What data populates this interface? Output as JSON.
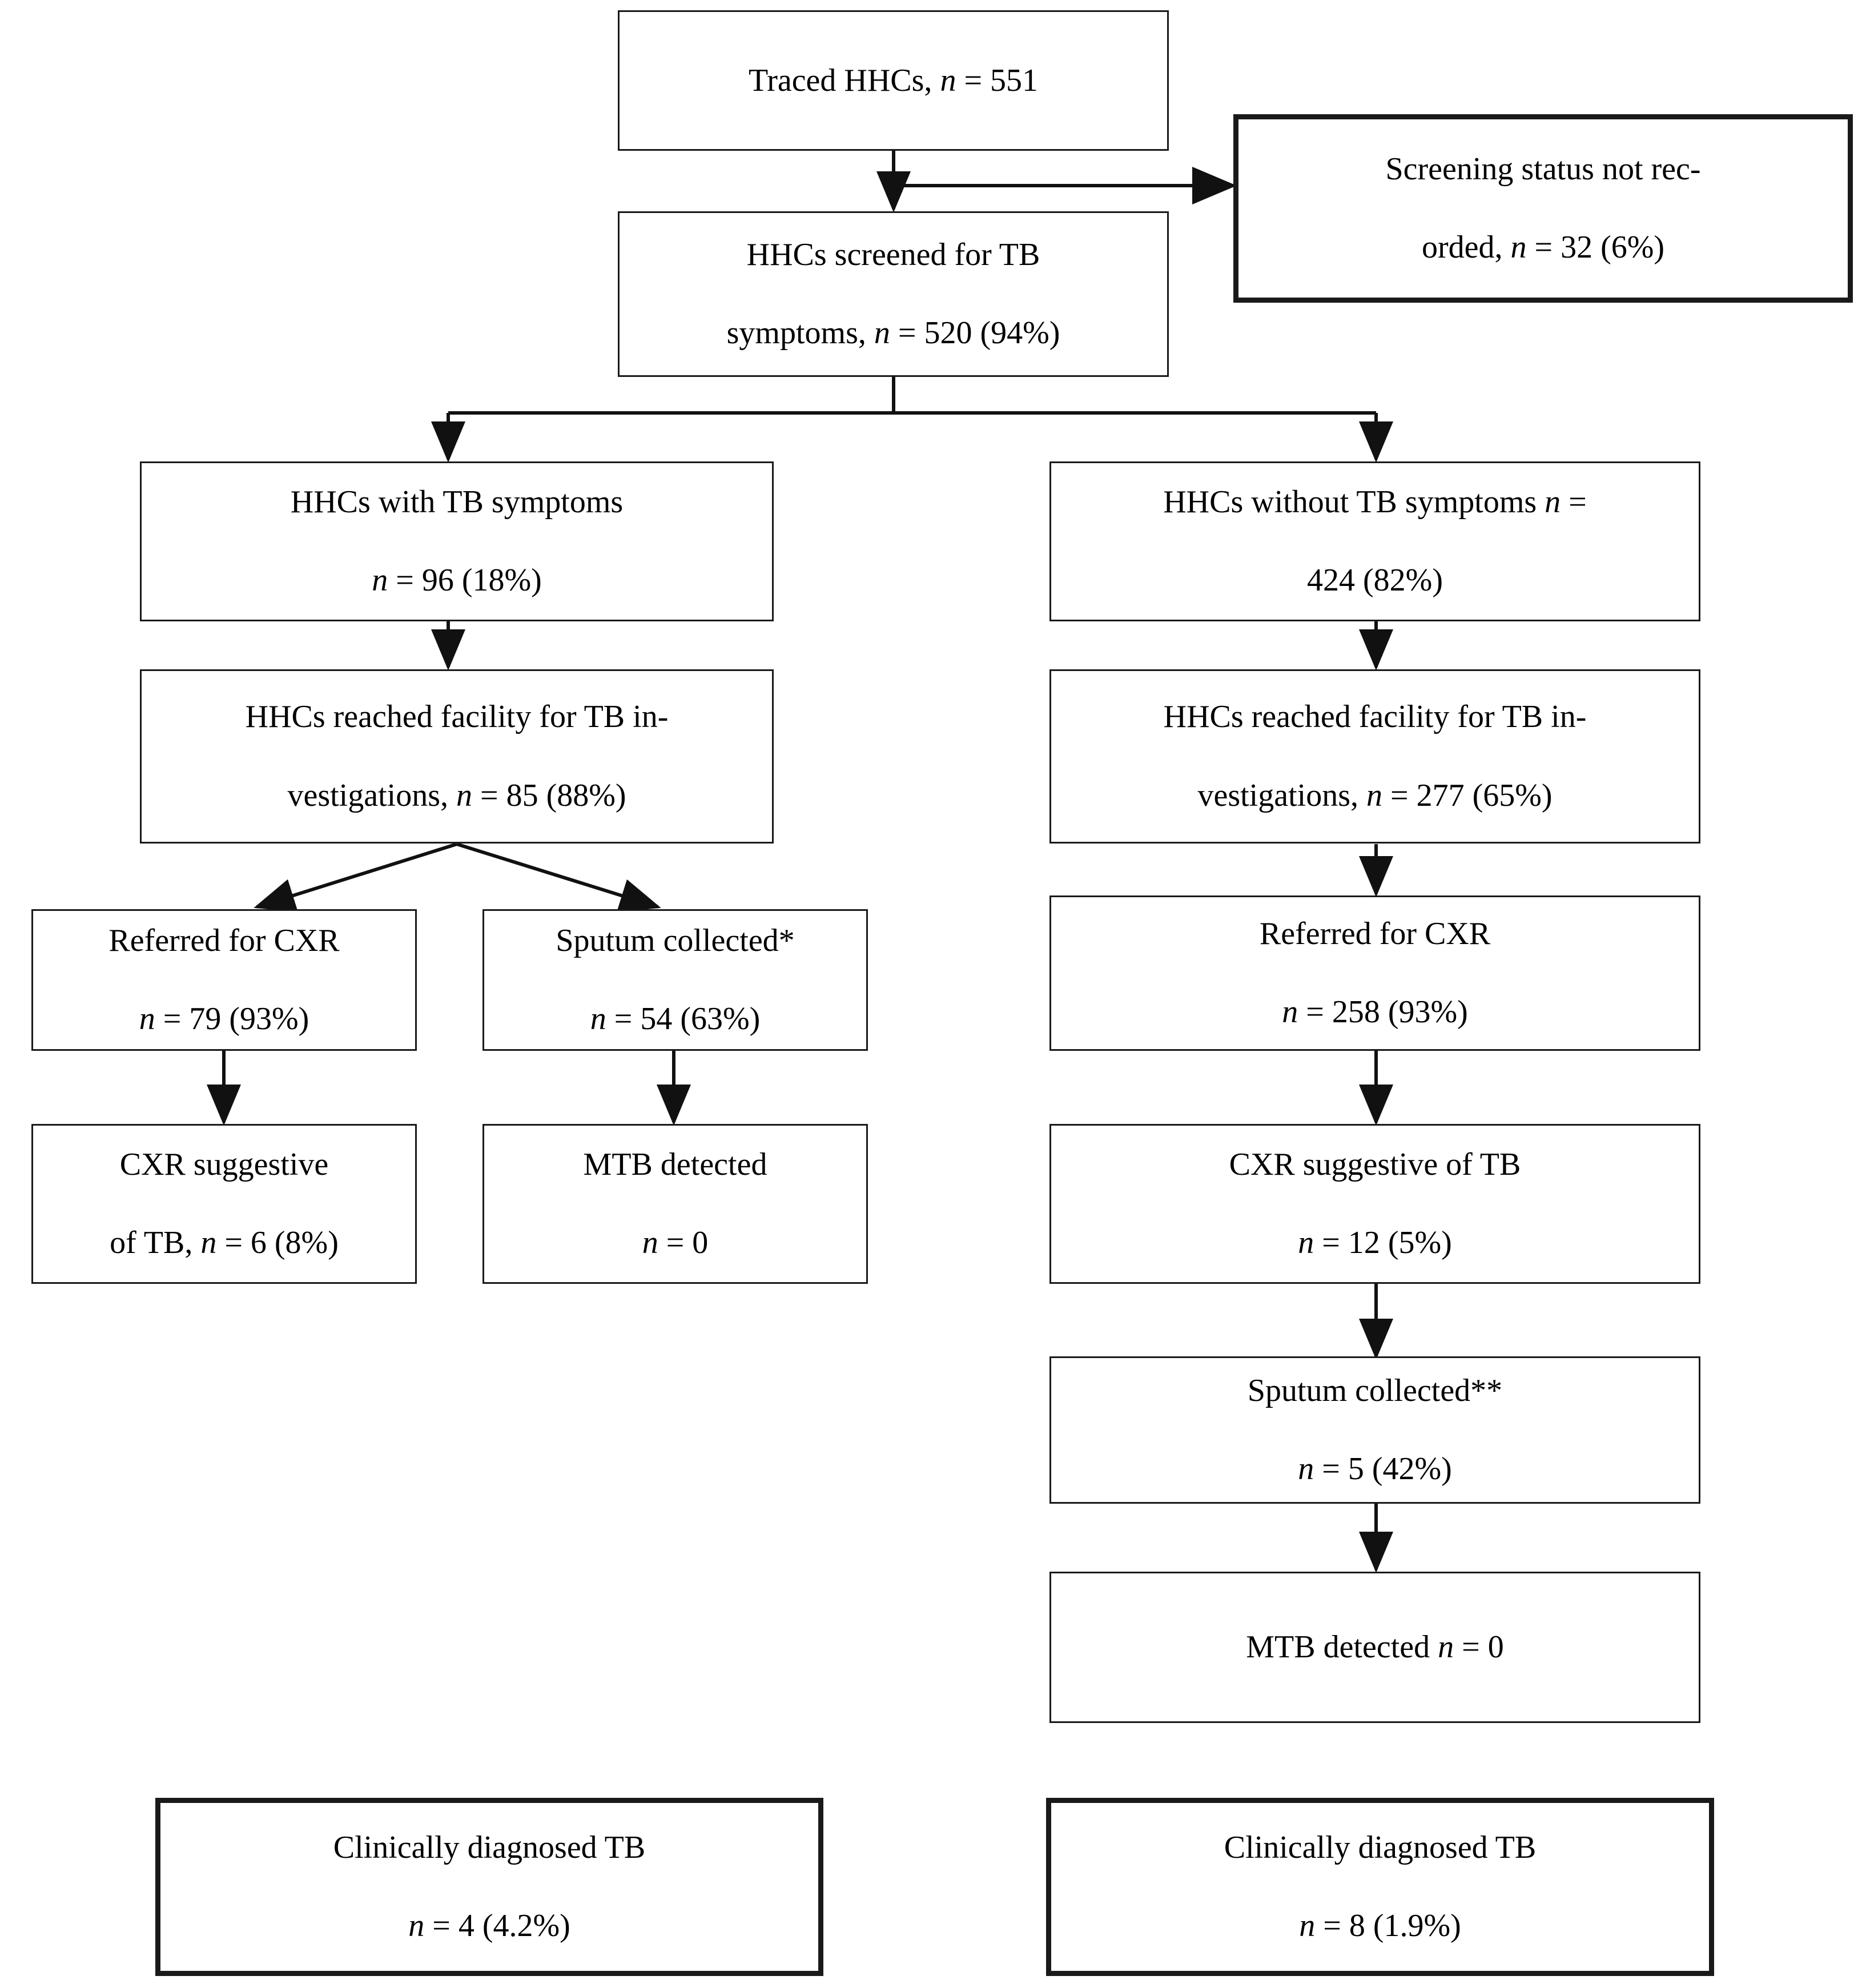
{
  "figure": {
    "type": "flowchart",
    "title": "Tuberculosis household contact (HHC) screening cascade",
    "orientation": "top-down",
    "box_border_color": "#1a1a1a",
    "background_color": "#ffffff",
    "text_color": "#000000"
  },
  "nodes": [
    {
      "id": "traced",
      "name": "traced-hhcs",
      "emphasis": "normal",
      "lines": [
        {
          "pre": "Traced HHCs, ",
          "ital": "n",
          "post": " = 551"
        }
      ]
    },
    {
      "id": "screened",
      "name": "hhcs-screened-for-tb-symptoms",
      "emphasis": "normal",
      "lines": [
        {
          "pre": "HHCs screened for TB",
          "ital": "",
          "post": ""
        },
        {
          "pre": "symptoms, ",
          "ital": "n",
          "post": " = 520 (94%)"
        }
      ]
    },
    {
      "id": "not_recorded",
      "name": "screening-status-not-recorded",
      "emphasis": "thick",
      "lines": [
        {
          "pre": "Screening status not rec-",
          "ital": "",
          "post": ""
        },
        {
          "pre": "orded, ",
          "ital": "n",
          "post": " = 32 (6%)"
        }
      ]
    },
    {
      "id": "with_sym",
      "name": "hhcs-with-tb-symptoms",
      "emphasis": "normal",
      "lines": [
        {
          "pre": "HHCs with TB symptoms",
          "ital": "",
          "post": ""
        },
        {
          "pre": "",
          "ital": "n",
          "post": " = 96 (18%)"
        }
      ]
    },
    {
      "id": "without_sym",
      "name": "hhcs-without-tb-symptoms",
      "emphasis": "normal",
      "lines": [
        {
          "pre": "HHCs without TB symptoms ",
          "ital": "n",
          "post": " ="
        },
        {
          "pre": "424 (82%)",
          "ital": "",
          "post": ""
        }
      ]
    },
    {
      "id": "facility_left",
      "name": "hhcs-reached-facility-symptomatic",
      "emphasis": "normal",
      "lines": [
        {
          "pre": "HHCs reached facility for TB in-",
          "ital": "",
          "post": ""
        },
        {
          "pre": "vestigations, ",
          "ital": "n",
          "post": " = 85 (88%)"
        }
      ]
    },
    {
      "id": "facility_right",
      "name": "hhcs-reached-facility-asymptomatic",
      "emphasis": "normal",
      "lines": [
        {
          "pre": "HHCs reached facility for TB in-",
          "ital": "",
          "post": ""
        },
        {
          "pre": "vestigations, ",
          "ital": "n",
          "post": " = 277 (65%)"
        }
      ]
    },
    {
      "id": "cxr_left",
      "name": "referred-for-cxr-symptomatic",
      "emphasis": "normal",
      "lines": [
        {
          "pre": "Referred for CXR",
          "ital": "",
          "post": ""
        },
        {
          "pre": "",
          "ital": "n",
          "post": " = 79 (93%)"
        }
      ]
    },
    {
      "id": "sputum_left",
      "name": "sputum-collected-symptomatic",
      "emphasis": "normal",
      "lines": [
        {
          "pre": "Sputum collected*",
          "ital": "",
          "post": ""
        },
        {
          "pre": "",
          "ital": "n",
          "post": " = 54 (63%)"
        }
      ]
    },
    {
      "id": "cxr_sugg_left",
      "name": "cxr-suggestive-of-tb-symptomatic",
      "emphasis": "normal",
      "lines": [
        {
          "pre": "CXR suggestive",
          "ital": "",
          "post": ""
        },
        {
          "pre": "of TB, ",
          "ital": "n",
          "post": " = 6 (8%)"
        }
      ]
    },
    {
      "id": "mtb_left",
      "name": "mtb-detected-symptomatic",
      "emphasis": "normal",
      "lines": [
        {
          "pre": "MTB detected",
          "ital": "",
          "post": ""
        },
        {
          "pre": "",
          "ital": "n",
          "post": " = 0"
        }
      ]
    },
    {
      "id": "cxr_right",
      "name": "referred-for-cxr-asymptomatic",
      "emphasis": "normal",
      "lines": [
        {
          "pre": "Referred for CXR",
          "ital": "",
          "post": ""
        },
        {
          "pre": "",
          "ital": "n",
          "post": " = 258 (93%)"
        }
      ]
    },
    {
      "id": "cxr_sugg_right",
      "name": "cxr-suggestive-of-tb-asymptomatic",
      "emphasis": "normal",
      "lines": [
        {
          "pre": "CXR suggestive of TB",
          "ital": "",
          "post": ""
        },
        {
          "pre": "",
          "ital": "n",
          "post": " = 12 (5%)"
        }
      ]
    },
    {
      "id": "sputum_right",
      "name": "sputum-collected-asymptomatic",
      "emphasis": "normal",
      "lines": [
        {
          "pre": "Sputum collected**",
          "ital": "",
          "post": ""
        },
        {
          "pre": "",
          "ital": "n",
          "post": " = 5 (42%)"
        }
      ]
    },
    {
      "id": "mtb_right",
      "name": "mtb-detected-asymptomatic",
      "emphasis": "normal",
      "lines": [
        {
          "pre": "MTB detected ",
          "ital": "n",
          "post": " = 0"
        }
      ]
    },
    {
      "id": "diag_left",
      "name": "clinically-diagnosed-tb-symptomatic",
      "emphasis": "thick",
      "lines": [
        {
          "pre": "Clinically diagnosed TB",
          "ital": "",
          "post": ""
        },
        {
          "pre": "",
          "ital": "n",
          "post": " = 4 (4.2%)"
        }
      ]
    },
    {
      "id": "diag_right",
      "name": "clinically-diagnosed-tb-asymptomatic",
      "emphasis": "thick",
      "lines": [
        {
          "pre": "Clinically diagnosed TB",
          "ital": "",
          "post": ""
        },
        {
          "pre": "",
          "ital": "n",
          "post": " = 8 (1.9%)"
        }
      ]
    }
  ],
  "edges": [
    {
      "from": "traced",
      "to": "screened",
      "style": "straight-arrow"
    },
    {
      "from": "traced",
      "to": "not_recorded",
      "style": "elbow-right-arrow"
    },
    {
      "from": "screened",
      "to": "with_sym",
      "style": "split-left-arrow"
    },
    {
      "from": "screened",
      "to": "without_sym",
      "style": "split-right-arrow"
    },
    {
      "from": "with_sym",
      "to": "facility_left",
      "style": "straight-arrow"
    },
    {
      "from": "without_sym",
      "to": "facility_right",
      "style": "straight-arrow"
    },
    {
      "from": "facility_left",
      "to": "cxr_left",
      "style": "diagonal-arrow"
    },
    {
      "from": "facility_left",
      "to": "sputum_left",
      "style": "diagonal-arrow"
    },
    {
      "from": "cxr_left",
      "to": "cxr_sugg_left",
      "style": "straight-arrow"
    },
    {
      "from": "sputum_left",
      "to": "mtb_left",
      "style": "straight-arrow"
    },
    {
      "from": "facility_right",
      "to": "cxr_right",
      "style": "straight-arrow"
    },
    {
      "from": "cxr_right",
      "to": "cxr_sugg_right",
      "style": "straight-arrow"
    },
    {
      "from": "cxr_sugg_right",
      "to": "sputum_right",
      "style": "straight-arrow"
    },
    {
      "from": "sputum_right",
      "to": "mtb_right",
      "style": "straight-arrow"
    }
  ]
}
